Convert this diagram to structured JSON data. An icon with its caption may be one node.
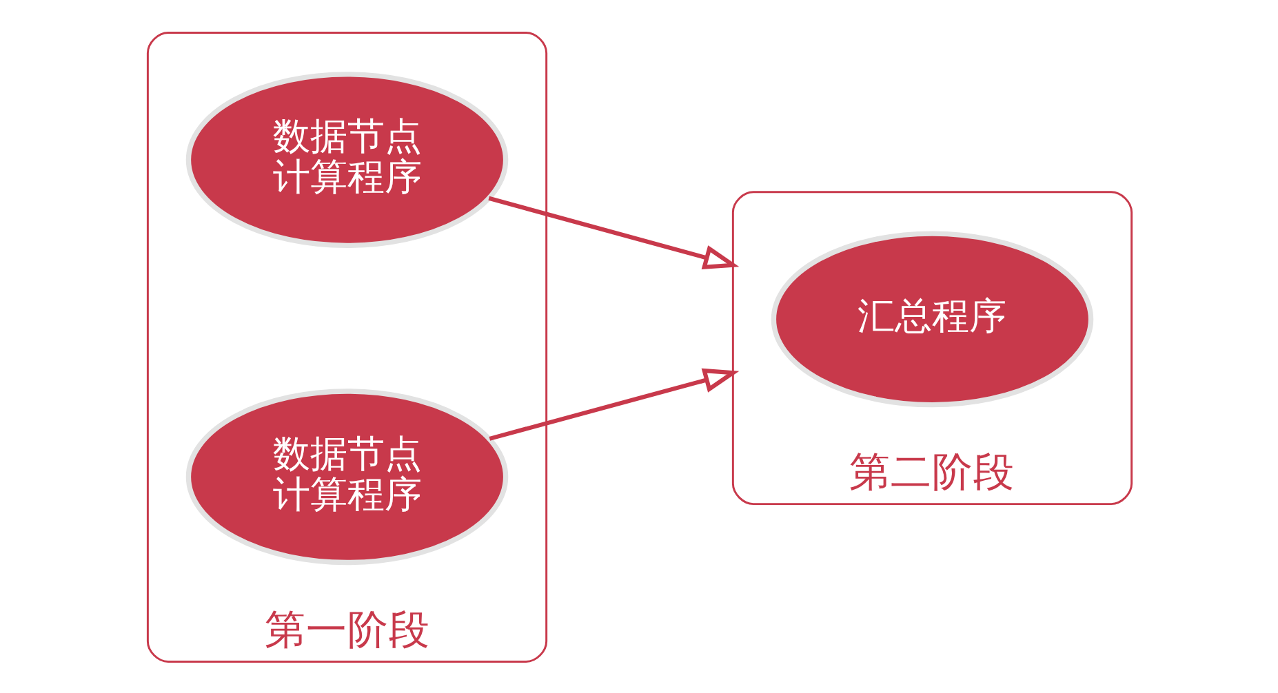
{
  "diagram": {
    "nodes": [
      {
        "text": [
          "第一阶段"
        ]
      },
      {
        "text": [
          "数据节点计算程序"
        ],
        "in": 0
      },
      {
        "text": [
          "数据节点计算程序"
        ],
        "in": 0
      },
      {
        "text": [
          "第二阶段"
        ]
      },
      {
        "text": [
          "汇总程序"
        ],
        "in": 3
      }
    ],
    "edges": [
      {
        "from": 1,
        "to": 3,
        "arrow": "to"
      },
      {
        "from": 2,
        "to": 3,
        "arrow": "to"
      }
    ]
  }
}
